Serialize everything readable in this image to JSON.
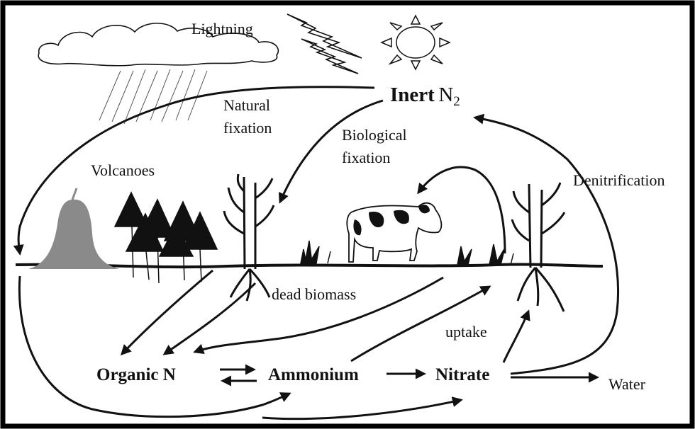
{
  "labels": {
    "lightning": "Lightning",
    "inert": "Inert",
    "n2_base": "N",
    "n2_sub": "2",
    "natural_fixation_line1": "Natural",
    "natural_fixation_line2": "fixation",
    "biological_fixation_line1": "Biological",
    "biological_fixation_line2": "fixation",
    "volcanoes": "Volcanoes",
    "denitrification": "Denitrification",
    "dead_biomass": "dead biomass",
    "uptake": "uptake",
    "organic_n": "Organic N",
    "ammonium": "Ammonium",
    "nitrate": "Nitrate",
    "water": "Water"
  },
  "colors": {
    "ink": "#111111",
    "frame": "#000000",
    "volcano": "#8a8a8a",
    "background": "#ffffff"
  },
  "icons": [
    "cloud-icon",
    "rain-icon",
    "lightning-icon",
    "sun-icon",
    "volcano-icon",
    "tree-icon",
    "corn-plant-icon",
    "cow-icon",
    "grass-icon"
  ]
}
